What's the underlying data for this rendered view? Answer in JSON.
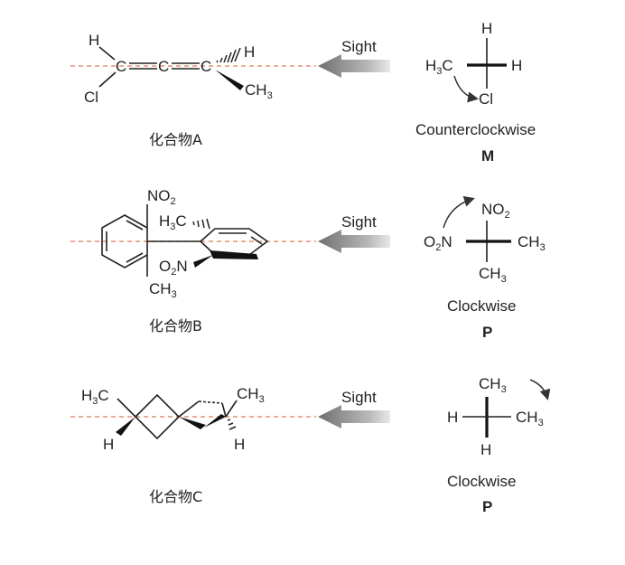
{
  "sight_label": "Sight",
  "rows": [
    {
      "compound_label": "化合物A",
      "atoms": {
        "h_top": "H",
        "cl": "Cl",
        "h_right": "H",
        "ch3": "CH",
        "c1": "C",
        "c2": "C",
        "c3": "C"
      },
      "newman": {
        "top": "H",
        "left": "H",
        "left_sub": "3",
        "left_tail": "C",
        "right": "H",
        "bottom": "Cl"
      },
      "direction": "Counterclockwise",
      "descriptor": "M"
    },
    {
      "compound_label": "化合物B",
      "atoms": {
        "no2_top": "NO",
        "h3c": "H",
        "no2_mid": "O",
        "ch3_bottom": "CH"
      },
      "newman": {
        "top": "NO",
        "left": "O",
        "right": "CH",
        "bottom": "CH"
      },
      "direction": "Clockwise",
      "descriptor": "P"
    },
    {
      "compound_label": "化合物C",
      "atoms": {
        "h3c": "H",
        "ch3": "CH",
        "h_left": "H",
        "h_right": "H"
      },
      "newman": {
        "top": "CH",
        "left": "H",
        "right": "CH",
        "bottom": "H"
      },
      "direction": "Clockwise",
      "descriptor": "P"
    }
  ]
}
